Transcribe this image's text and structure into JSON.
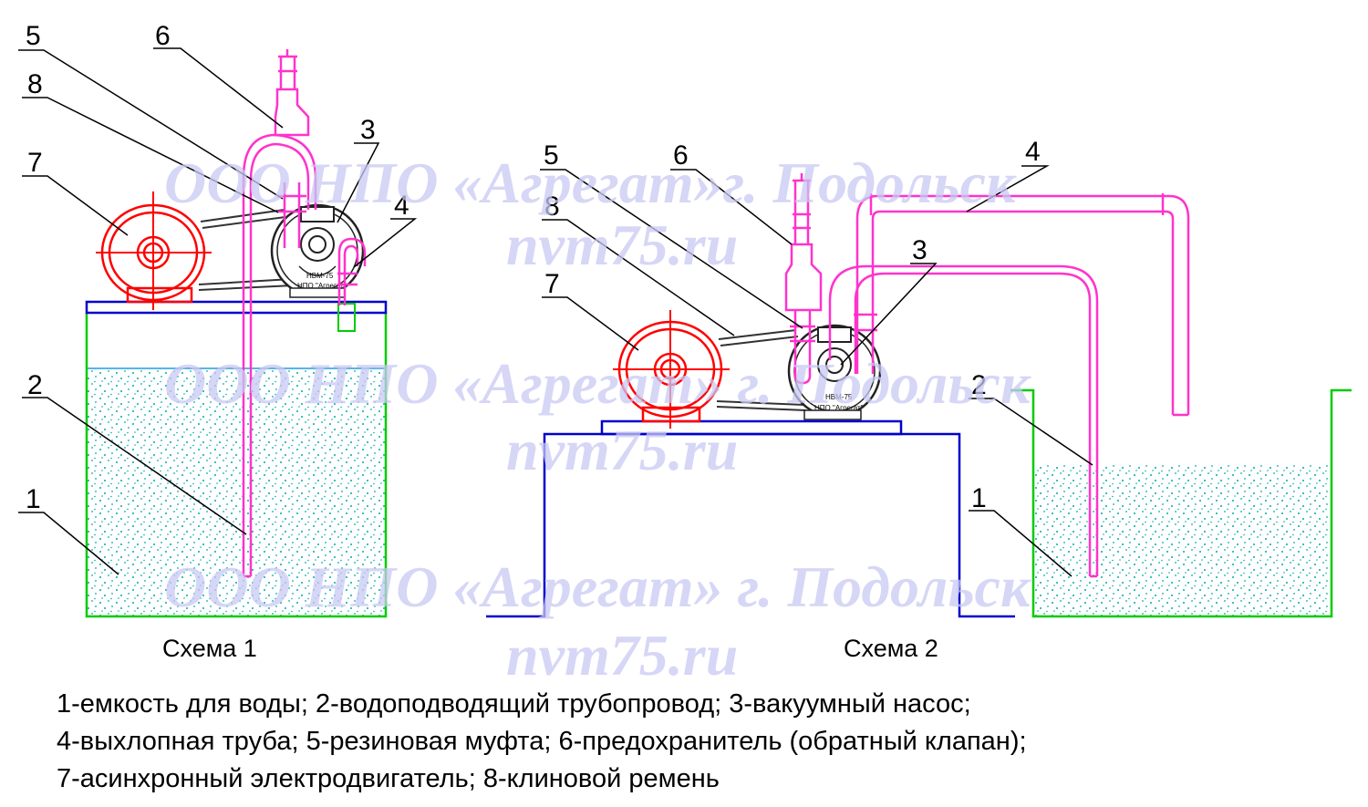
{
  "watermark": {
    "line1": "ООО НПО «Агрегат» г. Подольск",
    "line1b": "ООО НПО «Агрегат»г. Подольск",
    "line2": "nvm75.ru"
  },
  "pump": {
    "model": "НВМ-75",
    "maker": "НПО \"Агрегат\""
  },
  "scheme1": {
    "caption": "Схема 1",
    "callouts": [
      "5",
      "6",
      "8",
      "3",
      "7",
      "4",
      "2",
      "1"
    ]
  },
  "scheme2": {
    "caption": "Схема 2",
    "callouts": [
      "5",
      "6",
      "4",
      "8",
      "3",
      "7",
      "2",
      "1"
    ]
  },
  "legend": {
    "line1": "1-емкость для воды; 2-водоподводящий трубопровод; 3-вакуумный насос;",
    "line2": "4-выхлопная труба; 5-резиновая муфта; 6-предохранитель (обратный клапан);",
    "line3": "7-асинхронный электродвигатель; 8-клиновой ремень"
  },
  "colors": {
    "pipe": "#ff33cc",
    "motor": "#ff0000",
    "tank": "#00cc00",
    "base": "#0000cc",
    "water": "#00aaaa",
    "watermark": "#c9c9f4"
  }
}
